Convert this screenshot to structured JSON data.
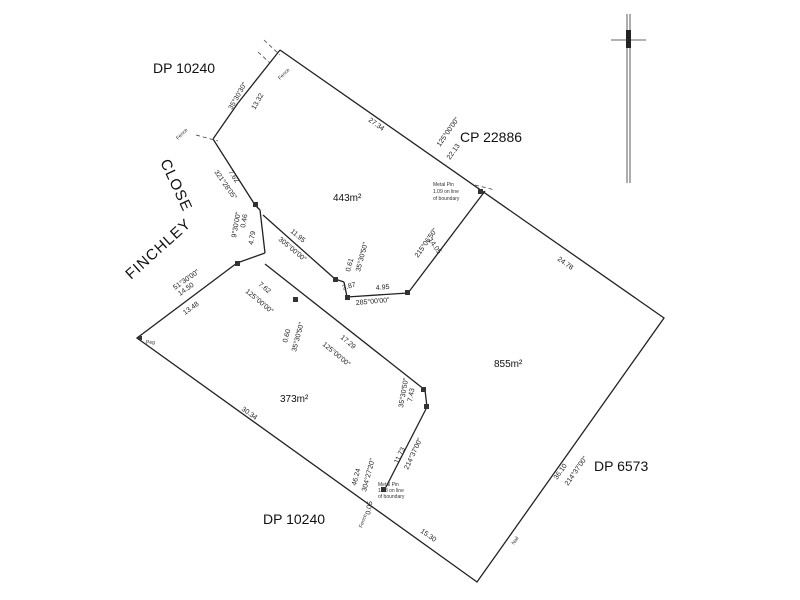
{
  "plan": {
    "labels": {
      "dp_top": "DP 10240",
      "cp": "CP 22886",
      "dp_right": "DP 6573",
      "dp_bottom": "DP 10240",
      "street_close": "CLOSE",
      "street_finchley": "FINCHLEY"
    },
    "areas": {
      "lot_a": "443m²",
      "lot_b": "855m²",
      "lot_c": "373m²"
    },
    "dimensions": {
      "d1": "13.32",
      "d1_bearing": "35°30'30\"",
      "d2": "27.34",
      "d3": "22.13",
      "d3_bearing": "125°00'00\"",
      "d4": "24.78",
      "d5": "7.62",
      "d5_bearing": "321°28'05\"",
      "d6": "11.95",
      "d6_bearing": "305°00'00\"",
      "d7": "4.79",
      "d7a": "0.46",
      "d7_bearing": "9°30'00\"",
      "d8": "14.05",
      "d8_bearing": "215°06'50\"",
      "d9": "0.61",
      "d9_bearing": "35°30'50\"",
      "d10": "3.87",
      "d11": "4.95",
      "d11_bearing": "285°00'00\"",
      "d12": "7.62",
      "d12_bearing": "125°00'00\"",
      "d13": "14.50",
      "d13_bearing": "51°30'00\"",
      "d14": "13.48",
      "d15": "0.60",
      "d15_bearing": "35°30'50\"",
      "d16": "17.29",
      "d16_bearing": "125°00'00\"",
      "d17": "30.34",
      "d18": "7.43",
      "d18_bearing": "35°30'50\"",
      "d19": "11.73",
      "d19_bearing": "214°37'00\"",
      "d20": "36.10",
      "d20_bearing": "214°37'00\"",
      "d21": "46.24",
      "d21_bearing": "304°27'20\"",
      "d22": "15.30",
      "d23": "0.05"
    },
    "notes": {
      "metal_pin_top": "Metal Pin",
      "metal_pin_top_2": "1.09 on line",
      "metal_pin_top_3": "of boundary",
      "metal_pin_bottom": "Metal Pin",
      "metal_pin_bottom_2": "1.03 on line",
      "metal_pin_bottom_3": "of boundary",
      "fence_bottom": "Fence",
      "fence_top": "Fence",
      "fence_left": "Fence",
      "peg": "Peg",
      "nail": "Nail"
    }
  }
}
